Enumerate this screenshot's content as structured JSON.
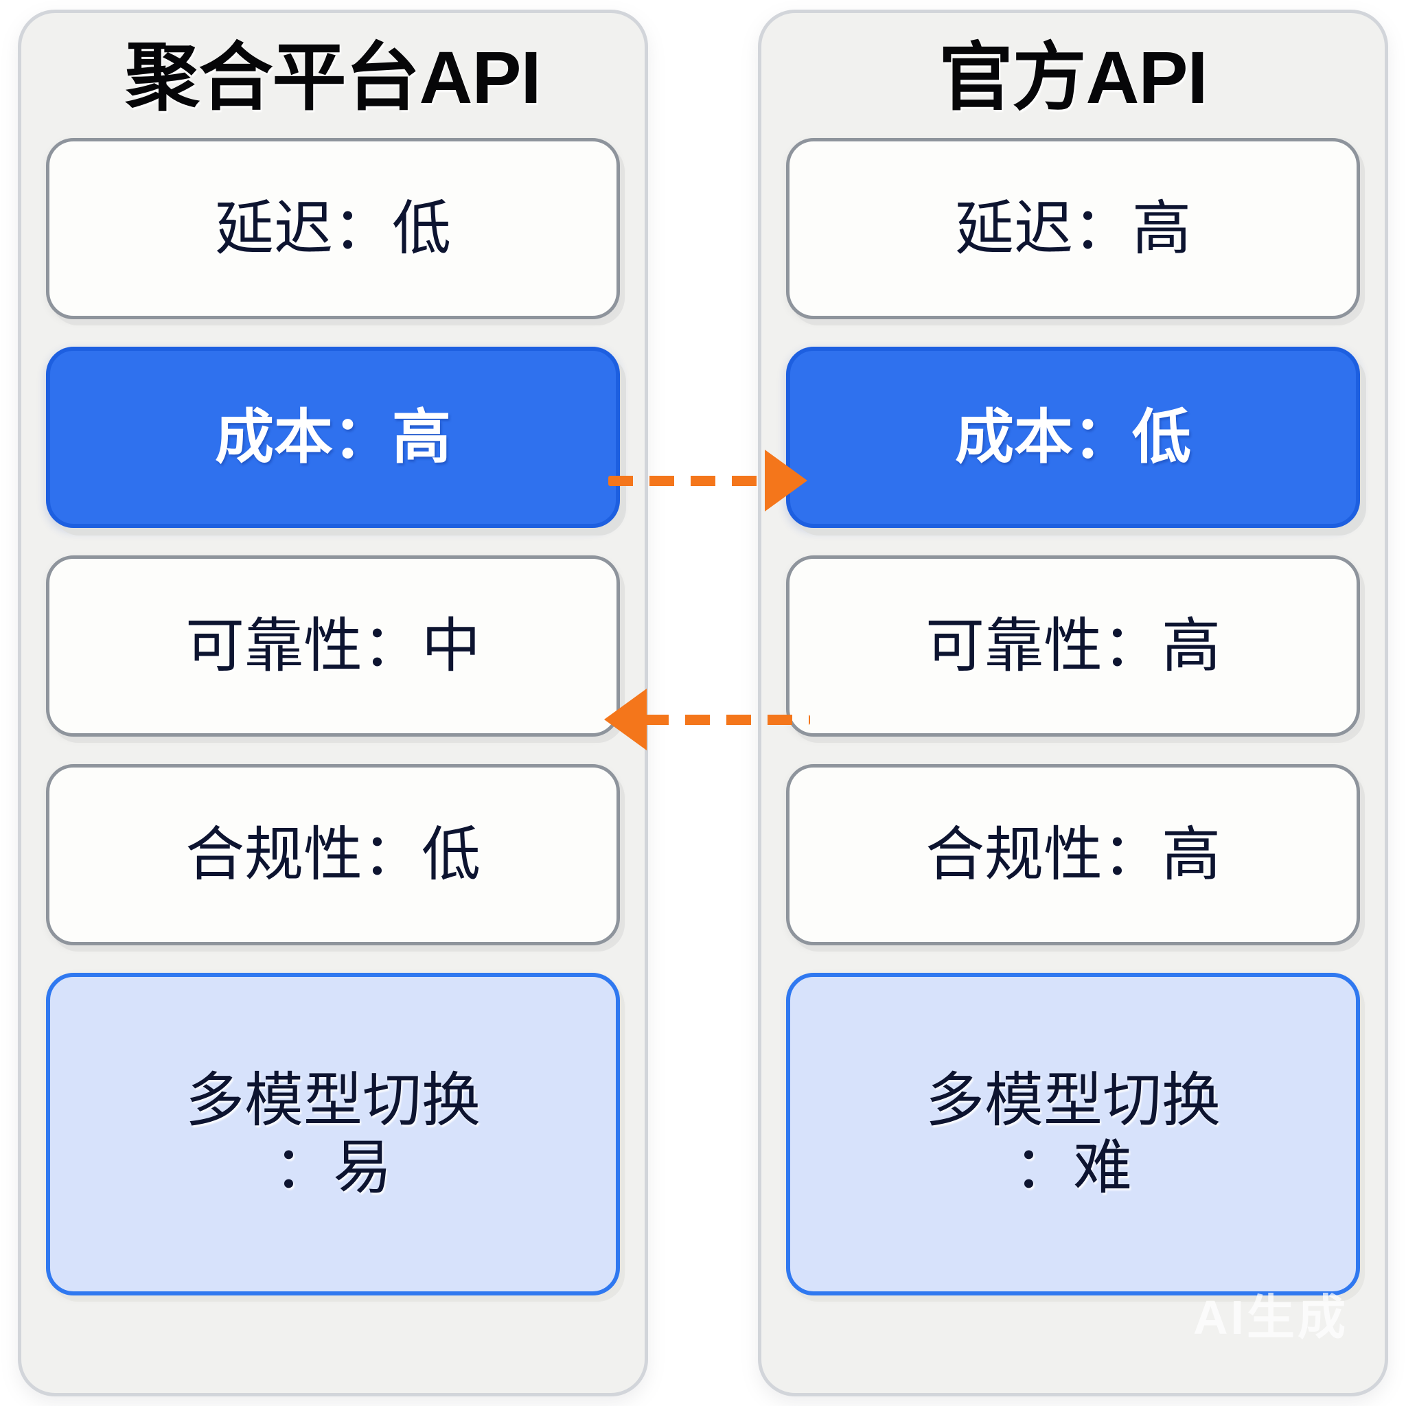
{
  "diagram": {
    "title_left": "聚合平台API",
    "title_right": "官方API",
    "accent_color": "#2f71ee",
    "soft_color": "#d7e2fb",
    "arrow_color": "#f4761b",
    "text_color": "#0d1430",
    "panel_bg": "#f1f1ef",
    "card_bg": "#fdfdfb"
  },
  "columns": [
    {
      "id": "aggregator",
      "title": "聚合平台API",
      "cards": [
        {
          "label": "延迟：低",
          "style": "plain"
        },
        {
          "label": "成本：高",
          "style": "accent"
        },
        {
          "label": "可靠性：中",
          "style": "plain"
        },
        {
          "label": "合规性：低",
          "style": "plain"
        },
        {
          "label": "多模型切换\n：易",
          "style": "soft"
        }
      ]
    },
    {
      "id": "official",
      "title": "官方API",
      "cards": [
        {
          "label": "延迟：高",
          "style": "plain"
        },
        {
          "label": "成本：低",
          "style": "accent"
        },
        {
          "label": "可靠性：高",
          "style": "plain"
        },
        {
          "label": "合规性：高",
          "style": "plain"
        },
        {
          "label": "多模型切换\n：难",
          "style": "soft"
        }
      ]
    }
  ],
  "connectors": [
    {
      "id": "cost",
      "direction": "right",
      "from": "成本：高",
      "to": "成本：低",
      "style": "dashed"
    },
    {
      "id": "reliability",
      "direction": "left",
      "from": "可靠性：高",
      "to": "可靠性：中",
      "style": "dashed"
    }
  ],
  "watermark": {
    "text": "AI生成"
  }
}
